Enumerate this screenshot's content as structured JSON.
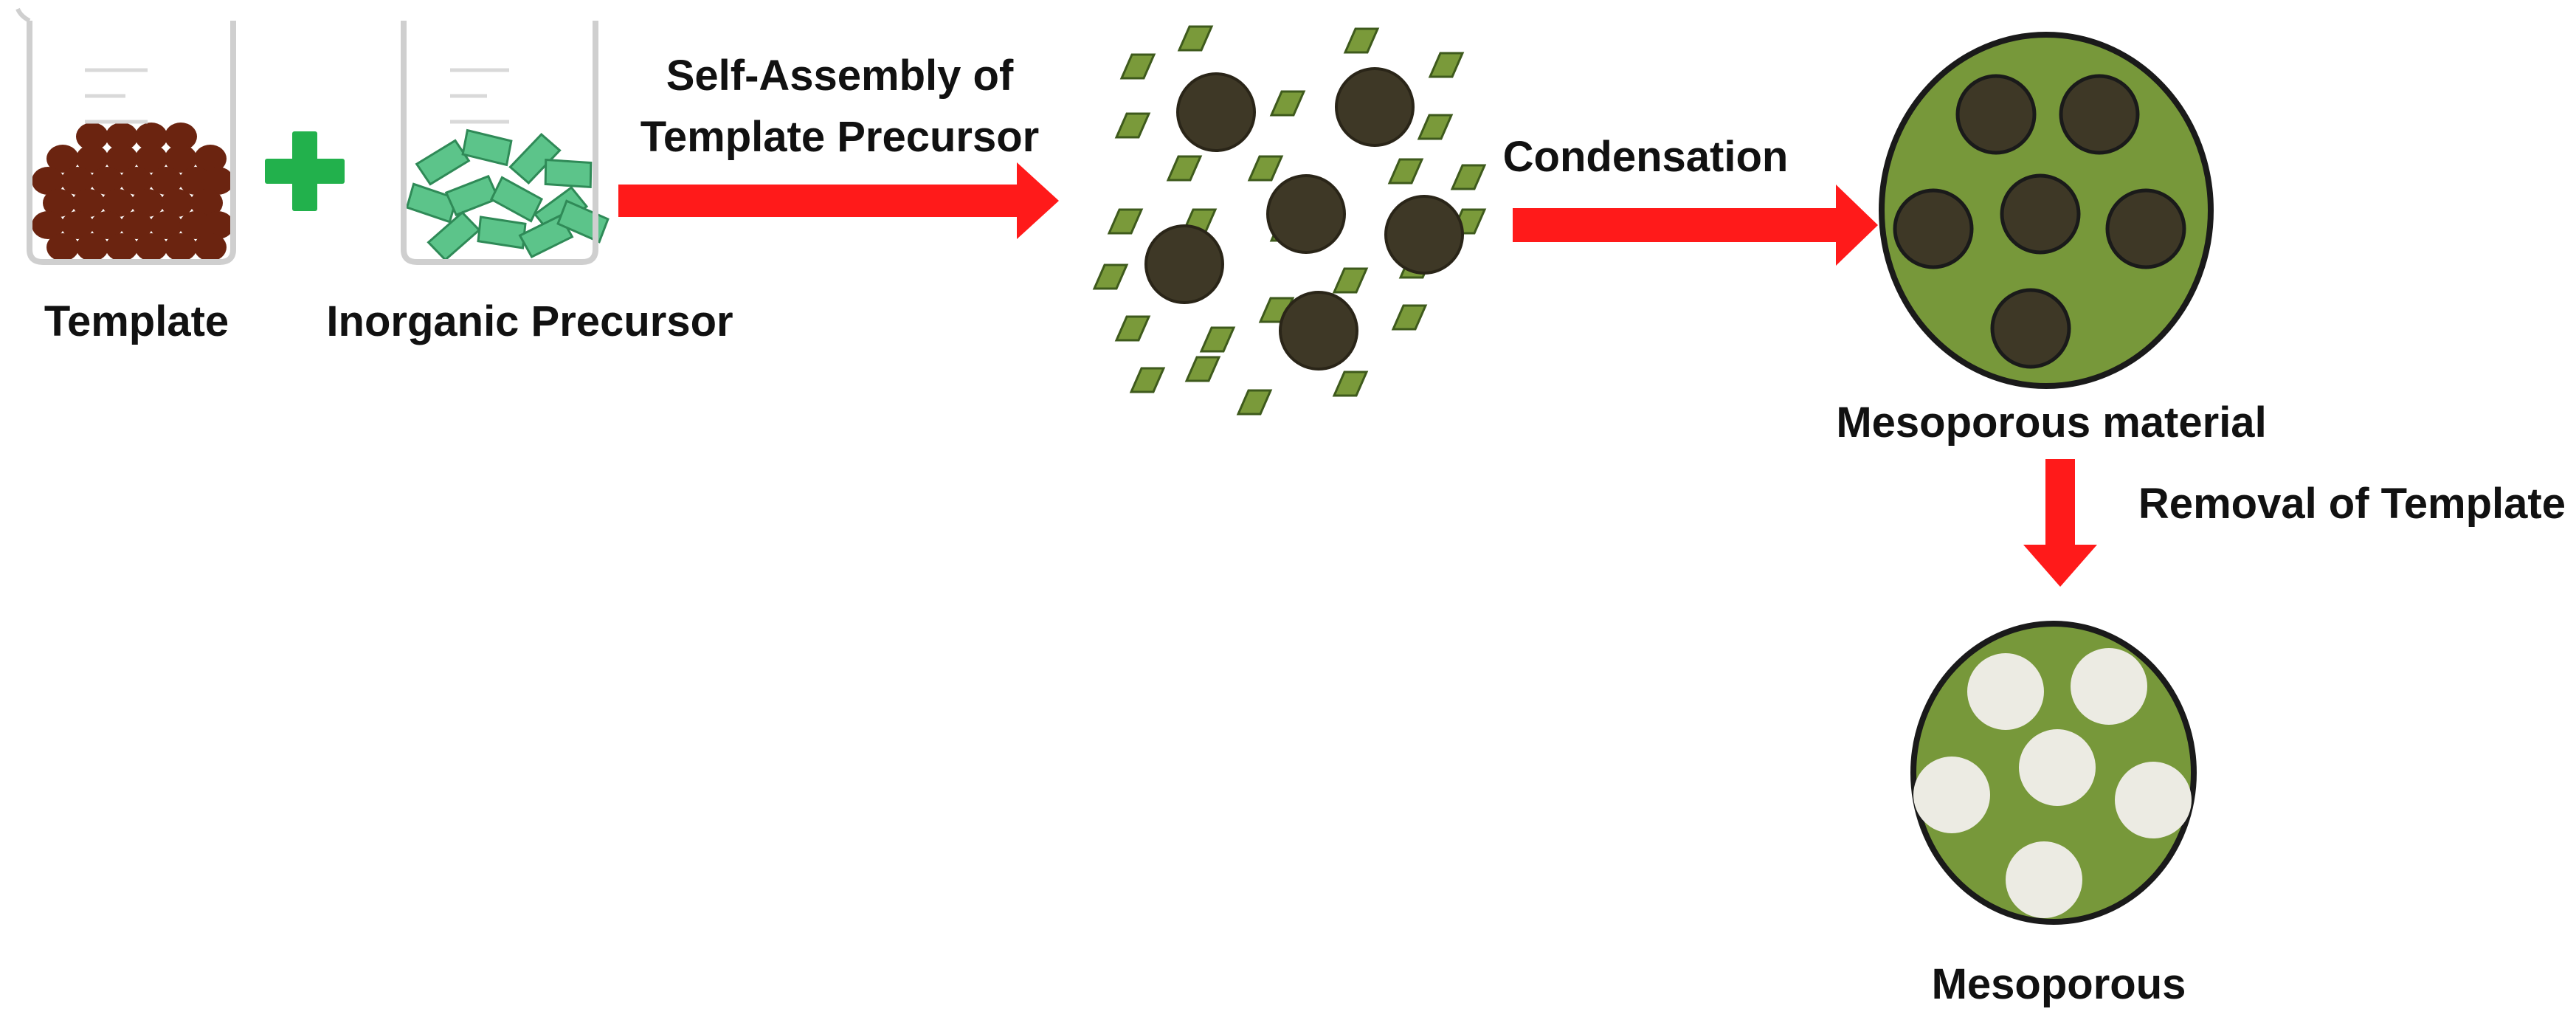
{
  "labels": {
    "template": "Template",
    "inorganic_precursor": "Inorganic Precursor",
    "self_assembly_line1": "Self-Assembly of",
    "self_assembly_line2": "Template Precursor",
    "condensation": "Condensation",
    "mesoporous_material": "Mesoporous material",
    "removal_of_template": "Removal of Template",
    "mesoporous": "Mesoporous"
  },
  "colors": {
    "arrow": "#ff1a1a",
    "plus": "#22b14c",
    "template_sphere": "#6b2410",
    "precursor_shard": "#5cc48a",
    "assembly_tile": "#7a9a3a",
    "matrix_green": "#77983a",
    "pore_dark": "#3e3826",
    "pore_empty": "#ecebe3"
  },
  "icons": {
    "beaker_template": "beaker-with-spheres",
    "beaker_precursor": "beaker-with-shards",
    "plus": "plus-icon"
  }
}
